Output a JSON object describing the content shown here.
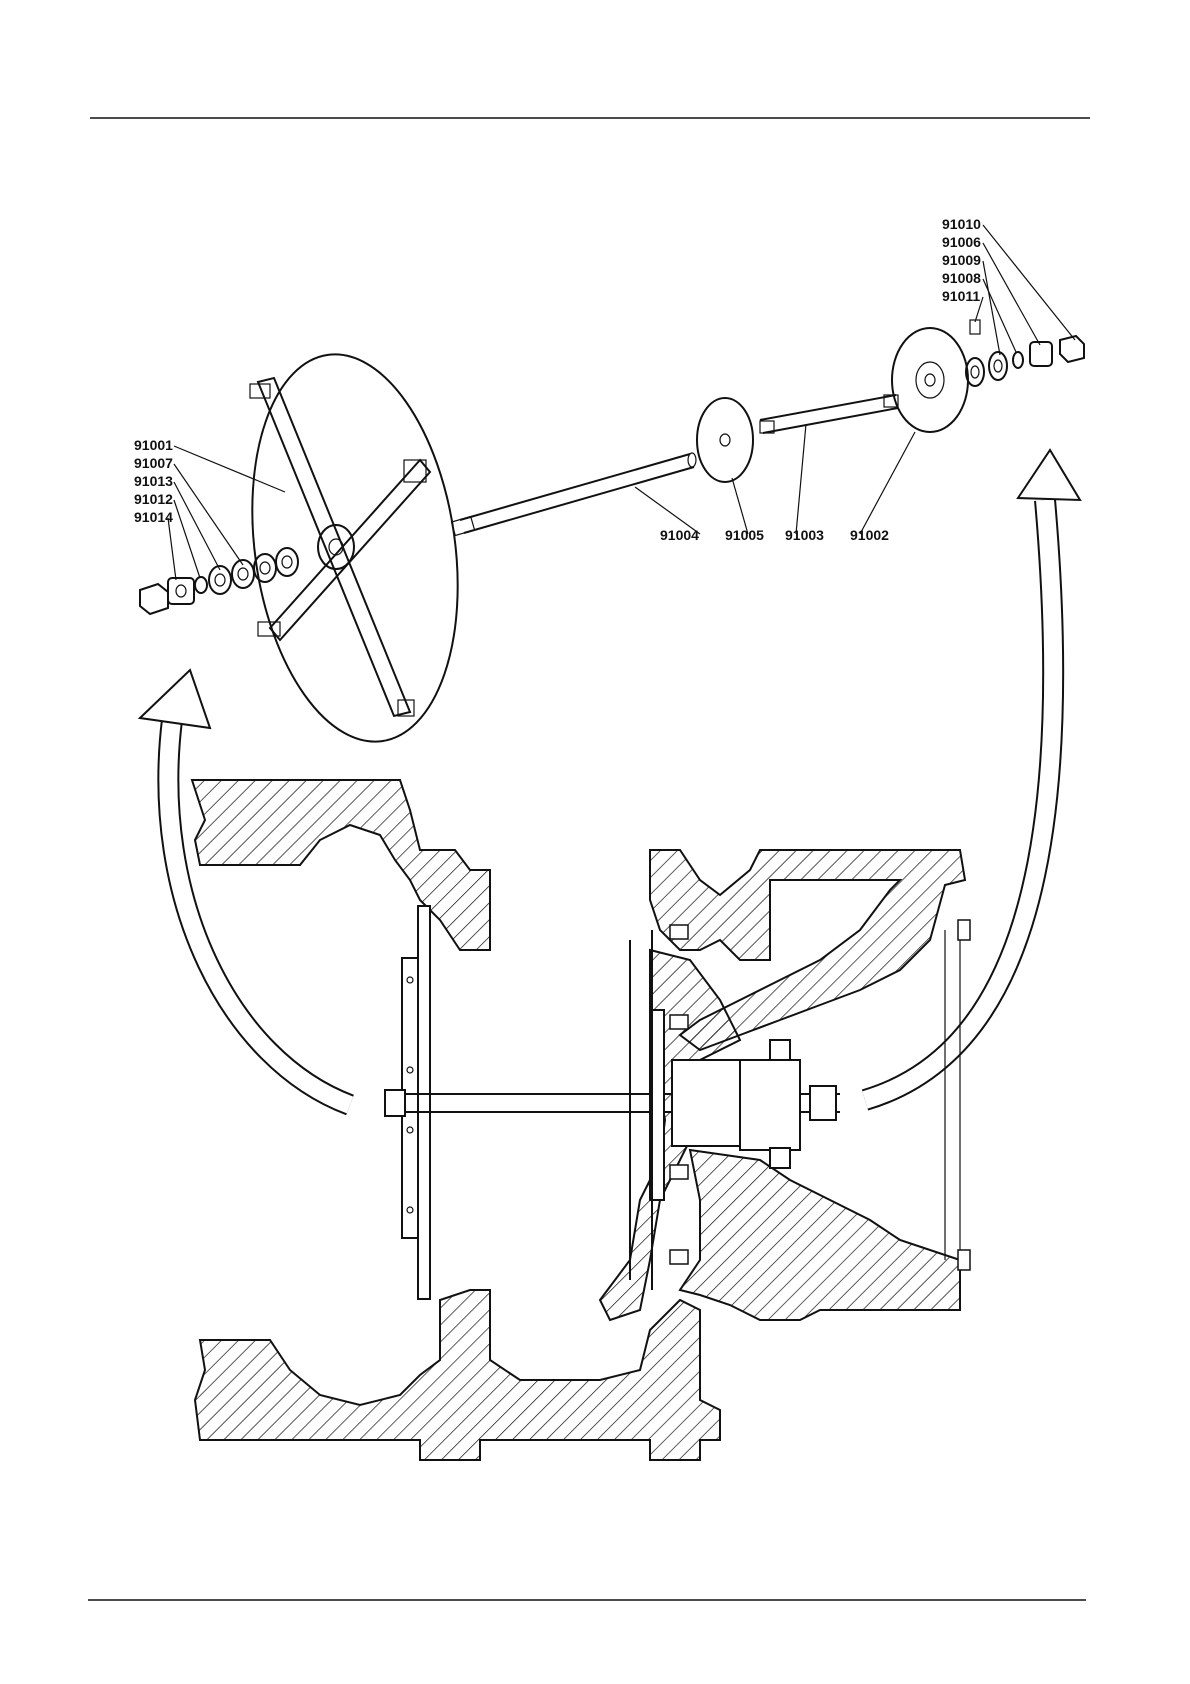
{
  "parts": {
    "top_right": [
      "91010",
      "91006",
      "91009",
      "91008",
      "91011"
    ],
    "left": [
      "91001",
      "91007",
      "91013",
      "91012",
      "91014"
    ],
    "bottom_row": [
      "91004",
      "91005",
      "91003",
      "91002"
    ]
  },
  "colors": {
    "ink": "#111111",
    "paper": "#ffffff"
  }
}
